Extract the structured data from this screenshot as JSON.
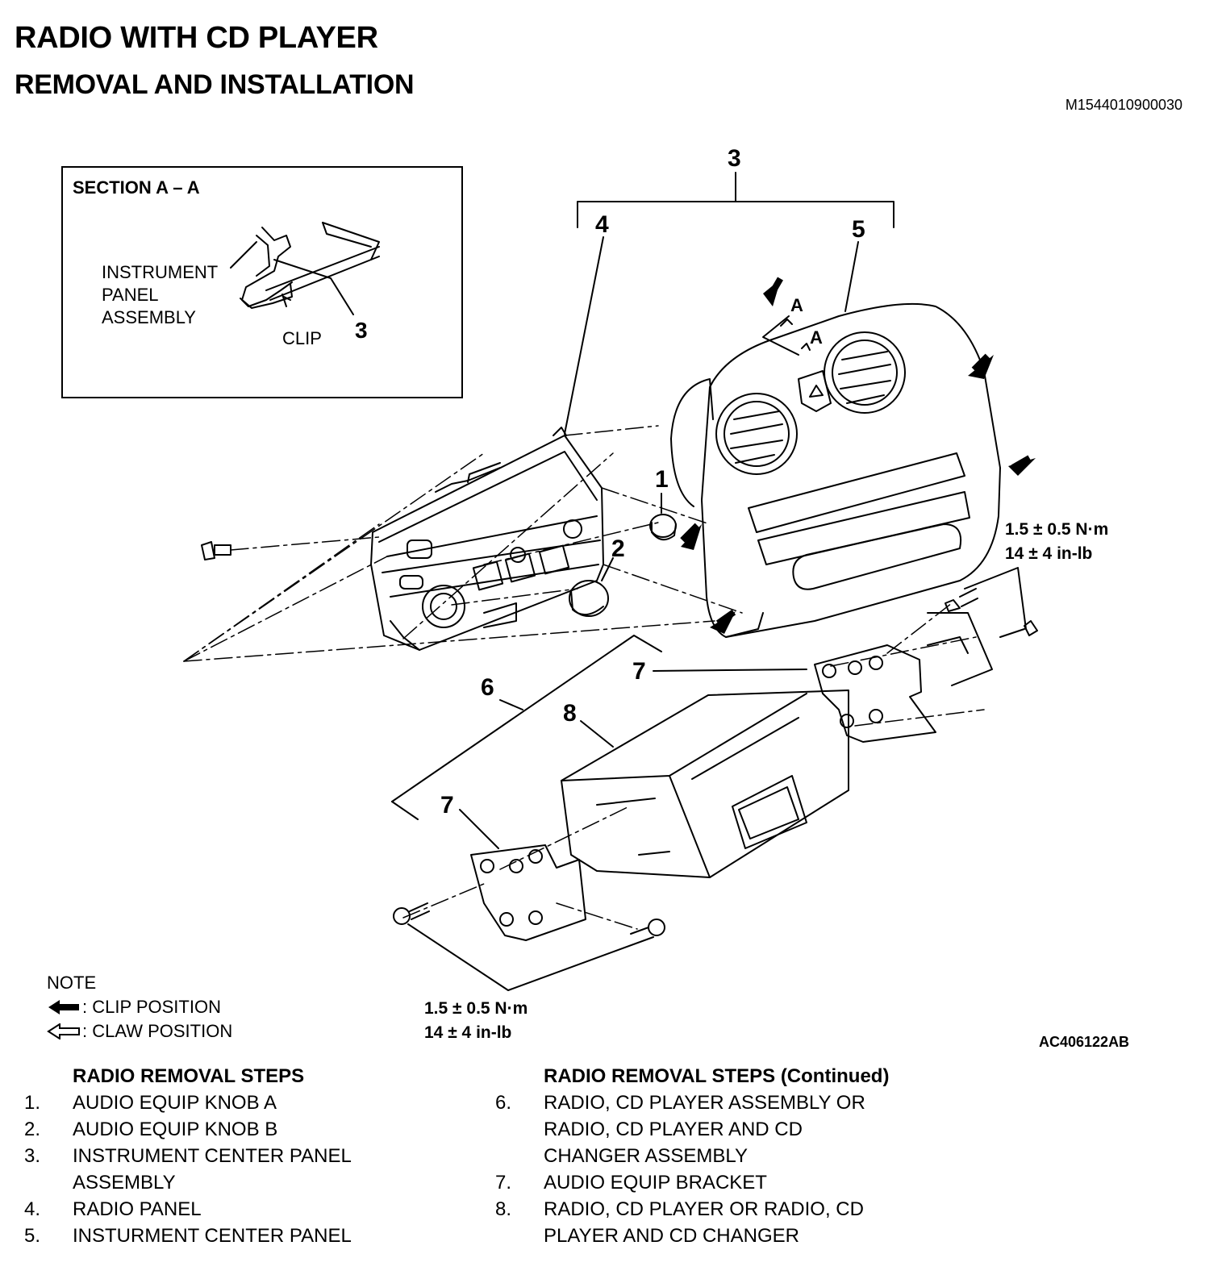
{
  "title": "RADIO WITH CD PLAYER",
  "subtitle": "REMOVAL AND INSTALLATION",
  "doc_code": "M1544010900030",
  "figure_code": "AC406122AB",
  "section_box": {
    "title": "SECTION A – A",
    "label_panel": "INSTRUMENT\nPANEL\nASSEMBLY",
    "label_clip": "CLIP",
    "label_num": "3"
  },
  "callouts": {
    "c1": "1",
    "c2": "2",
    "c3": "3",
    "c4": "4",
    "c5": "5",
    "c6": "6",
    "c7a": "7",
    "c7b": "7",
    "c8": "8",
    "a1": "A",
    "a2": "A"
  },
  "torque_upper": {
    "line1": "1.5 ± 0.5 N·m",
    "line2": "14 ± 4 in-lb"
  },
  "torque_lower": {
    "line1": "1.5 ± 0.5 N·m",
    "line2": "14 ± 4 in-lb"
  },
  "note": {
    "title": "NOTE",
    "clip": ": CLIP POSITION",
    "claw": ": CLAW POSITION"
  },
  "steps_left": {
    "heading": "RADIO REMOVAL STEPS",
    "items": [
      {
        "n": "1.",
        "t": "AUDIO EQUIP KNOB A"
      },
      {
        "n": "2.",
        "t": "AUDIO EQUIP KNOB B"
      },
      {
        "n": "3.",
        "t": "INSTRUMENT CENTER PANEL"
      },
      {
        "n": "",
        "t": "ASSEMBLY"
      },
      {
        "n": "4.",
        "t": "RADIO PANEL"
      },
      {
        "n": "5.",
        "t": "INSTURMENT CENTER PANEL"
      }
    ]
  },
  "steps_right": {
    "heading": "RADIO REMOVAL STEPS (Continued)",
    "items": [
      {
        "n": "6.",
        "t": "RADIO, CD PLAYER ASSEMBLY OR"
      },
      {
        "n": "",
        "t": "RADIO, CD PLAYER AND CD"
      },
      {
        "n": "",
        "t": "CHANGER ASSEMBLY"
      },
      {
        "n": "7.",
        "t": "AUDIO EQUIP BRACKET"
      },
      {
        "n": "8.",
        "t": "RADIO, CD PLAYER OR RADIO, CD"
      },
      {
        "n": "",
        "t": "PLAYER AND CD CHANGER"
      }
    ]
  }
}
